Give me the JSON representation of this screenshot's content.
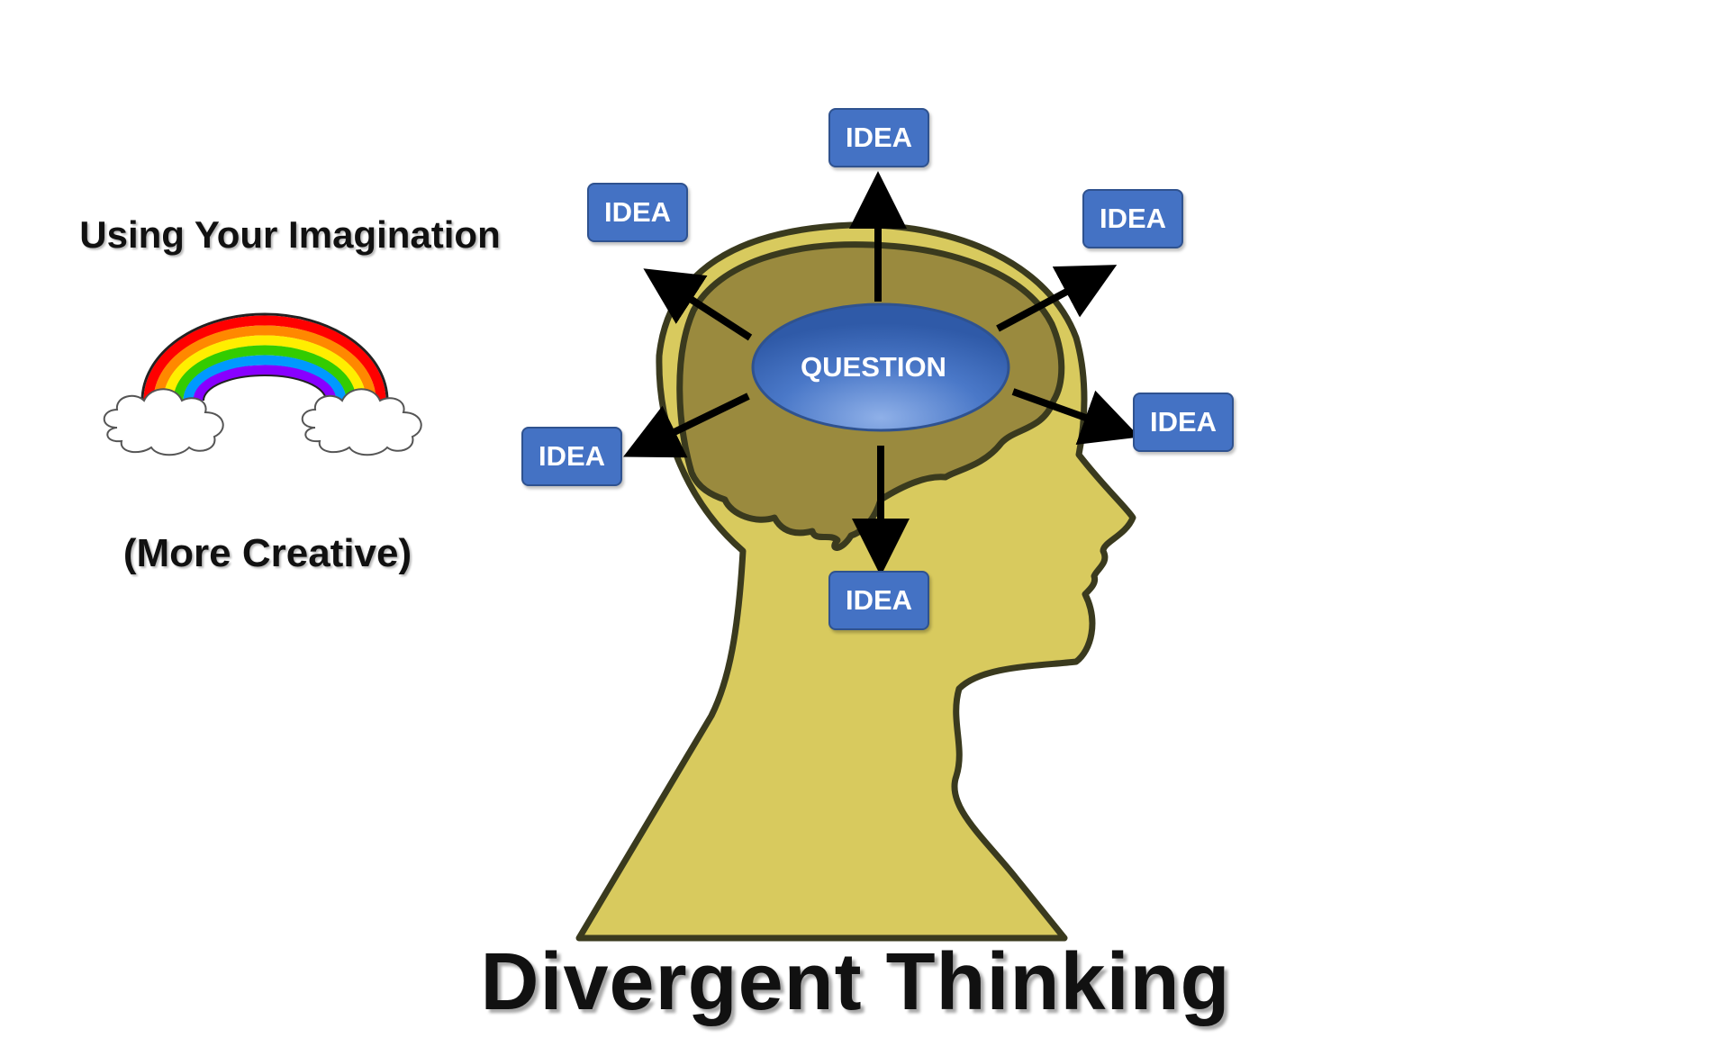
{
  "texts": {
    "side_title": "Using Your Imagination",
    "side_subtitle": "(More Creative)",
    "main_title": "Divergent Thinking"
  },
  "center": {
    "label": "QUESTION"
  },
  "ideas": [
    {
      "label": "IDEA"
    },
    {
      "label": "IDEA"
    },
    {
      "label": "IDEA"
    },
    {
      "label": "IDEA"
    },
    {
      "label": "IDEA"
    },
    {
      "label": "IDEA"
    }
  ],
  "colors": {
    "head_fill": "#d8ca5e",
    "head_outline": "#3a3a1e",
    "brain_fill": "#9a8a3e",
    "idea_box": "#4472c4",
    "question_light": "#8fb0e8",
    "question_dark": "#2f5aa8",
    "arrow": "#000000"
  },
  "rainbow_colors": [
    "#ff0000",
    "#ff8800",
    "#ffee00",
    "#33cc00",
    "#0099ff",
    "#8800ff"
  ]
}
